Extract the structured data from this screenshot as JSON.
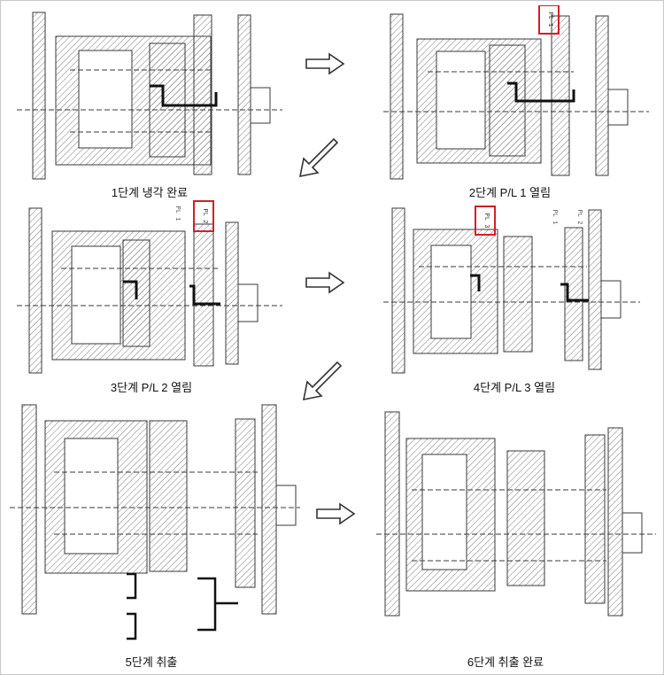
{
  "steps": [
    {
      "caption": "1단계 냉각 완료"
    },
    {
      "caption": "2단계 P/L 1 열림",
      "pl_labels": [
        "PL 1"
      ]
    },
    {
      "caption": "3단계 P/L 2 열림",
      "pl_labels": [
        "PL 1",
        "PL 2"
      ]
    },
    {
      "caption": "4단계 P/L 3 열림",
      "pl_labels": [
        "PL 3",
        "PL 1",
        "PL 2"
      ]
    },
    {
      "caption": "5단계 취출"
    },
    {
      "caption": "6단계 취출 완료"
    }
  ],
  "colors": {
    "ink": "#3a3a3a",
    "hatch": "#7a7a7a",
    "highlight": "#d0202a",
    "part": "#111111"
  }
}
